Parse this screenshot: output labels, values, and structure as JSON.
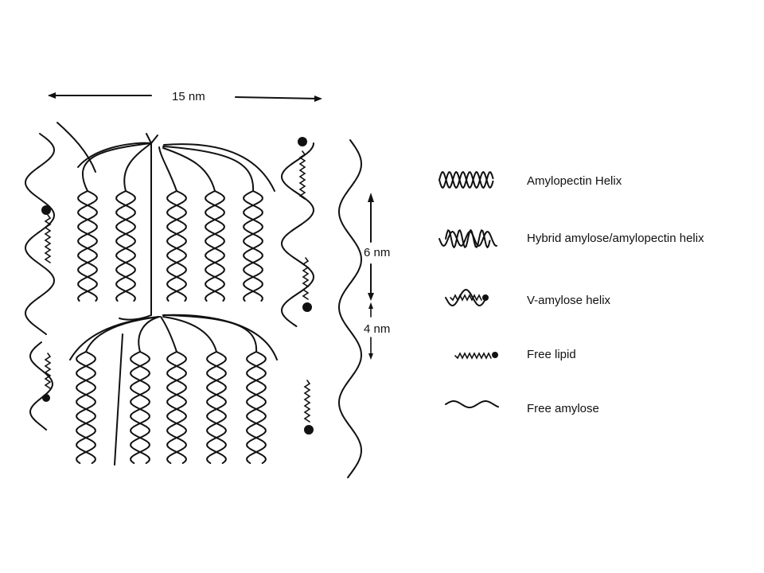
{
  "scale_labels": {
    "width": "15 nm",
    "upper": "6 nm",
    "lower": "4 nm"
  },
  "legend": [
    {
      "label": "Amylopectin Helix",
      "icon": "double-helix-icon"
    },
    {
      "label": "Hybrid amylose/amylopectin helix",
      "icon": "hybrid-helix-icon"
    },
    {
      "label": "V-amylose helix",
      "icon": "v-amylose-helix-icon"
    },
    {
      "label": "Free lipid",
      "icon": "free-lipid-icon"
    },
    {
      "label": "Free amylose",
      "icon": "free-amylose-icon"
    }
  ]
}
